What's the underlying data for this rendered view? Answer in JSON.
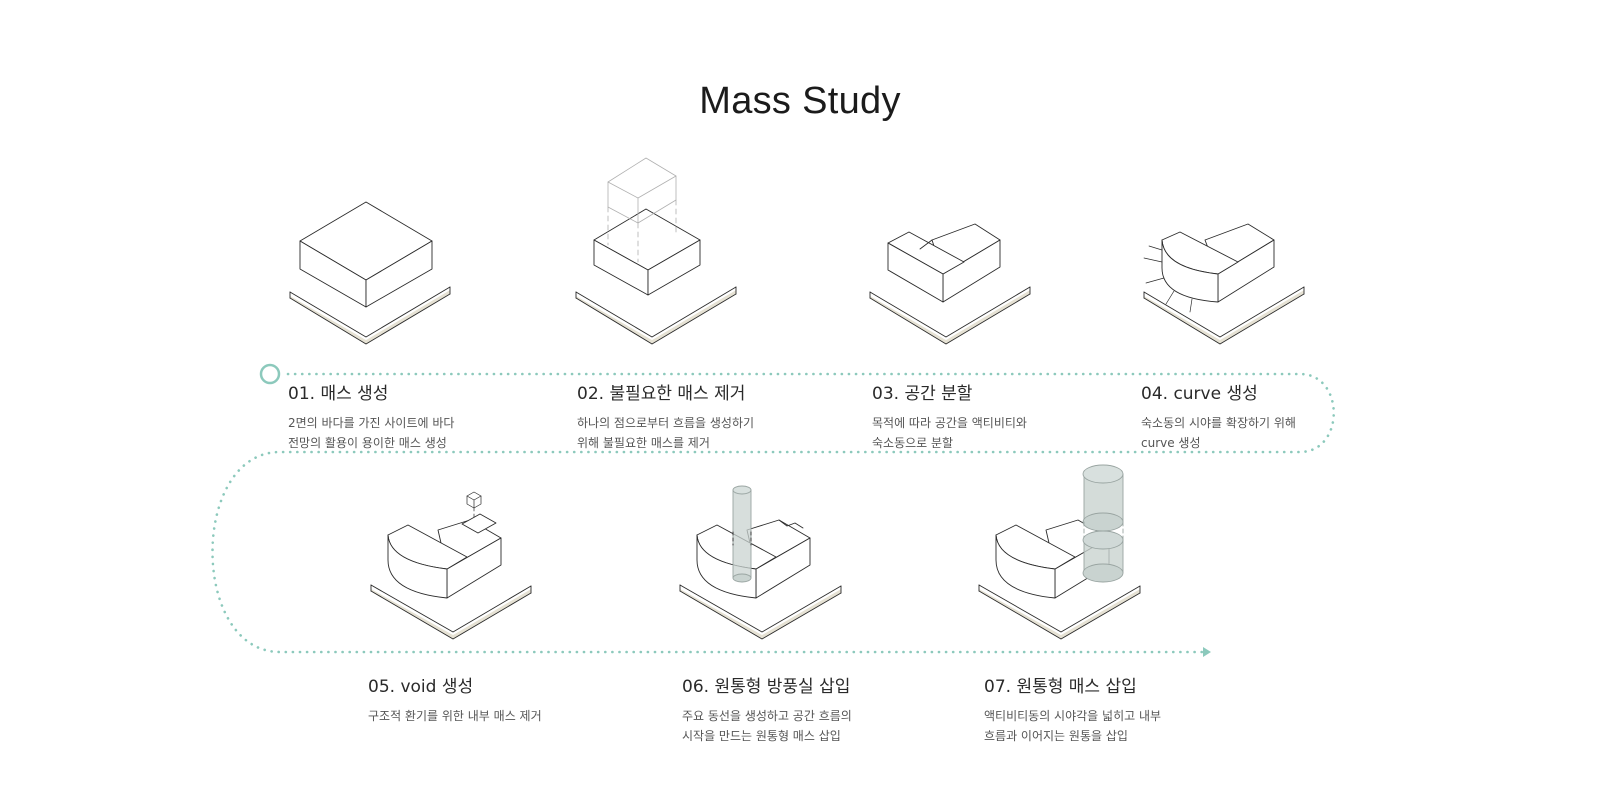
{
  "title": "Mass Study",
  "colors": {
    "accent": "#8cc9bc",
    "line": "#2b2b2b",
    "ground_fill": "#e6e2d4",
    "cylinder_fill": "#c9d3d0"
  },
  "steps": [
    {
      "title": "01. 매스 생성",
      "desc": [
        "2면의 바다를 가진 사이트에 바다",
        "전망의 활용이 용이한 매스 생성"
      ]
    },
    {
      "title": "02. 불필요한 매스 제거",
      "desc": [
        "하나의 점으로부터 흐름을 생성하기",
        "위해 불필요한 매스를 제거"
      ]
    },
    {
      "title": "03. 공간 분할",
      "desc": [
        "목적에 따라 공간을 액티비티와",
        "숙소동으로 분할"
      ]
    },
    {
      "title": "04. curve 생성",
      "desc": [
        "숙소동의 시야를 확장하기 위해",
        "curve 생성"
      ]
    },
    {
      "title": "05. void 생성",
      "desc": [
        "구조적 환기를 위한 내부 매스 제거"
      ]
    },
    {
      "title": "06. 원통형 방풍실 삽입",
      "desc": [
        "주요 동선을 생성하고 공간 흐름의",
        "시작을 만드는 원통형 매스 삽입"
      ]
    },
    {
      "title": "07. 원통형 매스 삽입",
      "desc": [
        "액티비티동의 시야각을 넓히고 내부",
        "흐름과 이어지는 원통을 삽입"
      ]
    }
  ]
}
